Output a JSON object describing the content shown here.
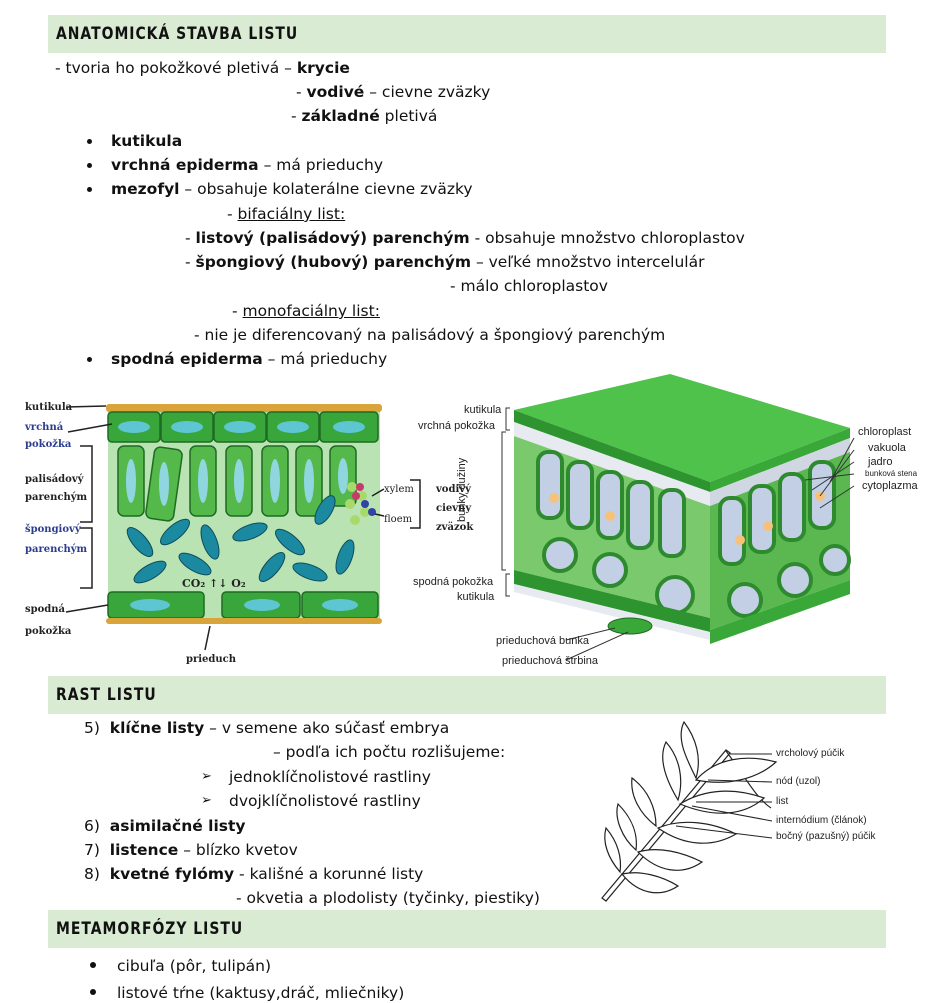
{
  "s1": {
    "title": "ANATOMICKÁ STAVBA LISTU",
    "l1a": "- tvoria ho pokožkové pletivá – ",
    "l1b": "krycie",
    "l2a": "- ",
    "l2b": "vodivé",
    "l2c": " – cievne zväzky",
    "l3a": "- ",
    "l3b": "základné",
    "l3c": " pletivá",
    "b1": "kutikula",
    "b2a": "vrchná epiderma",
    "b2b": " – má prieduchy",
    "b3a": "mezofyl",
    "b3b": " – obsahuje kolaterálne cievne zväzky",
    "m1a": "- ",
    "m1b": "bifaciálny list:",
    "m2a": "- ",
    "m2b": "listový (palisádový) parenchým",
    "m2c": " - obsahuje množstvo chloroplastov",
    "m3a": "- ",
    "m3b": "špongiový (hubový) parenchým",
    "m3c": " – veľké množstvo intercelulár",
    "m4": "- málo chloroplastov",
    "m5a": "- ",
    "m5b": "monofaciálny list:",
    "m6": "- nie je diferencovaný na palisádový a špongiový parenchým",
    "b4a": "spodná epiderma",
    "b4b": " – má prieduchy"
  },
  "fig1": {
    "kutikula": "kutikula",
    "vrchna": "vrchná",
    "pokozka": "pokožka",
    "palisadovy": "palisádový",
    "parenchym1": "parenchým",
    "spongiovy": "špongiový",
    "parenchym2": "parenchým",
    "spodna": "spodná",
    "pokozka2": "pokožka",
    "xylem": "xylem",
    "floem": "floem",
    "vodivy": "vodivý",
    "cievny": "cievny",
    "zvazok": "zväzok",
    "gas": "CO₂ ↑↓ O₂",
    "prieduch": "prieduch"
  },
  "fig2": {
    "kutikula": "kutikula",
    "vrchna": "vrchná pokožka",
    "bunky": "bunky dužiny",
    "spodna": "spodná pokožka",
    "kutikula2": "kutikula",
    "chloroplast": "chloroplast",
    "vakuola": "vakuola",
    "jadro": "jadro",
    "stena": "bunková stena",
    "cytoplazma": "cytoplazma",
    "prieduchova": "prieduchová bunka",
    "strbina": "prieduchová štrbina"
  },
  "s2": {
    "title": "RAST LISTU",
    "i5n": "5)",
    "i5a": "klíčne listy",
    "i5b": " – v semene ako súčasť embrya",
    "i5c": "– podľa ich počtu rozlišujeme:",
    "a1": "jednoklíčnolistové rastliny",
    "a2": "dvojklíčnolistové rastliny",
    "i6n": "6)",
    "i6": "asimilačné listy",
    "i7n": "7)",
    "i7a": "listence",
    "i7b": " – blízko kvetov",
    "i8n": "8)",
    "i8a": "kvetné fylómy",
    "i8b": " - kališné a korunné listy",
    "i8c": "- okvetia a plodolisty (tyčinky, piestiky)"
  },
  "fig3": {
    "l1": "vrcholový púčik",
    "l2": "nód (uzol)",
    "l3": "list",
    "l4": "internódium (článok)",
    "l5": "bočný (pazušný) púčik"
  },
  "s3": {
    "title": "METAMORFÓZY LISTU",
    "b1": "cibuľa (pôr, tulipán)",
    "b2": "listové tŕne (kaktusy,dráč, mliečniky)"
  }
}
